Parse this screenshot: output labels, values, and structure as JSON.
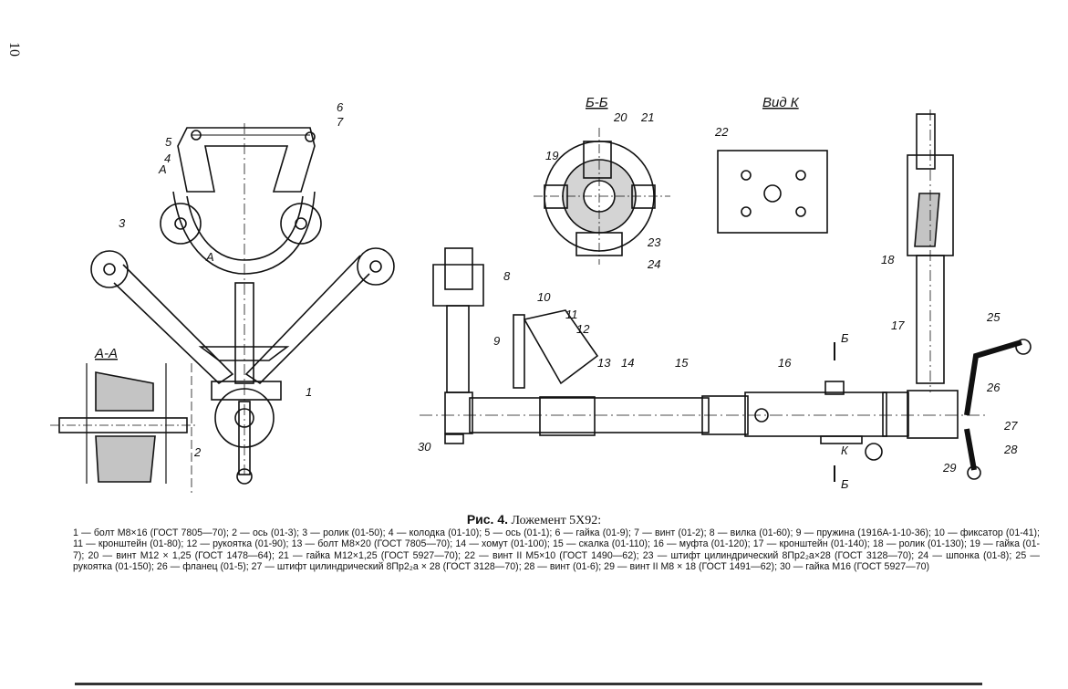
{
  "page_number": "10",
  "caption": {
    "prefix": "Рис. 4.",
    "title": "Ложемент 5Х92:"
  },
  "section_labels": {
    "aa": "А-А",
    "bb": "Б-Б",
    "view_k": "Вид К"
  },
  "cut_marks": {
    "a": "А",
    "b": "Б",
    "k": "К"
  },
  "callouts": [
    "1",
    "2",
    "3",
    "4",
    "5",
    "6",
    "7",
    "8",
    "9",
    "10",
    "11",
    "12",
    "13",
    "14",
    "15",
    "16",
    "17",
    "18",
    "19",
    "20",
    "21",
    "22",
    "23",
    "24",
    "25",
    "26",
    "27",
    "28",
    "29",
    "30"
  ],
  "legend_text": "1 — болт М8×16 (ГОСТ 7805—70); 2 — ось (01-3); 3 — ролик (01-50); 4 — колодка (01-10); 5 — ось (01-1); 6 — гайка (01-9); 7 — винт (01-2); 8 — вилка (01-60); 9 — пружина (1916А-1-10-36); 10 — фиксатор (01-41); 11 — кронштейн (01-80); 12 — рукоятка (01-90); 13 — болт М8×20 (ГОСТ 7805—70); 14 — хомут (01-100); 15 — скалка (01-110); 16 — муфта (01-120); 17 — кронштейн (01-140); 18 — ролик (01-130); 19 — гайка (01-7); 20 — винт М12 × 1,25 (ГОСТ 1478—64); 21 — гайка М12×1,25 (ГОСТ 5927—70); 22 — винт II М5×10 (ГОСТ 1490—62); 23 — штифт цилиндрический 8Пр2₂а×28 (ГОСТ 3128—70); 24 — шпонка (01-8); 25 — рукоятка (01-150); 26 — фланец (01-5); 27 — штифт цилиндрический 8Пр2₂а × 28 (ГОСТ 3128—70); 28 — винт (01-6); 29 — винт II М8 × 18 (ГОСТ 1491—62); 30 — гайка М16 (ГОСТ 5927—70)"
}
